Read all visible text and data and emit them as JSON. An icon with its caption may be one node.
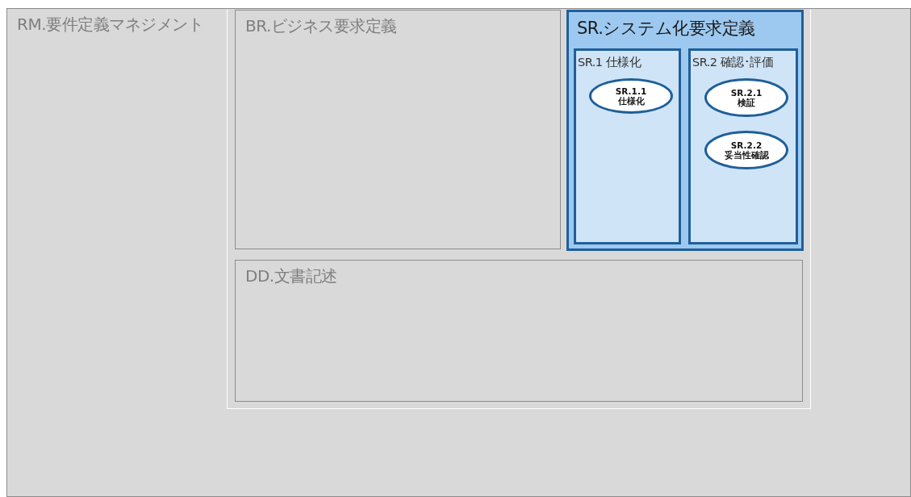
{
  "diagram": {
    "nodes": [
      {
        "text": [
          "RM.要件定義マネジメント"
        ]
      },
      {
        "text": [],
        "shape": "box",
        "in": 0
      },
      {
        "text": [
          "BR.ビジネス要求定義"
        ],
        "in": 1
      },
      {
        "text": [
          "SR.システム化要求定義"
        ],
        "in": 1
      },
      {
        "text": [
          "SR.1 仕様化"
        ],
        "in": 3
      },
      {
        "text": [
          "SR.1.1",
          "仕様化"
        ],
        "in": 4
      },
      {
        "text": [
          "SR.2 確認･評価"
        ],
        "in": 3
      },
      {
        "text": [
          "SR.2.1",
          "検証"
        ],
        "in": 6
      },
      {
        "text": [
          "SR.2.2",
          "妥当性確認"
        ],
        "in": 6
      },
      {
        "text": [
          "DD.文書記述"
        ],
        "in": 1
      }
    ]
  }
}
